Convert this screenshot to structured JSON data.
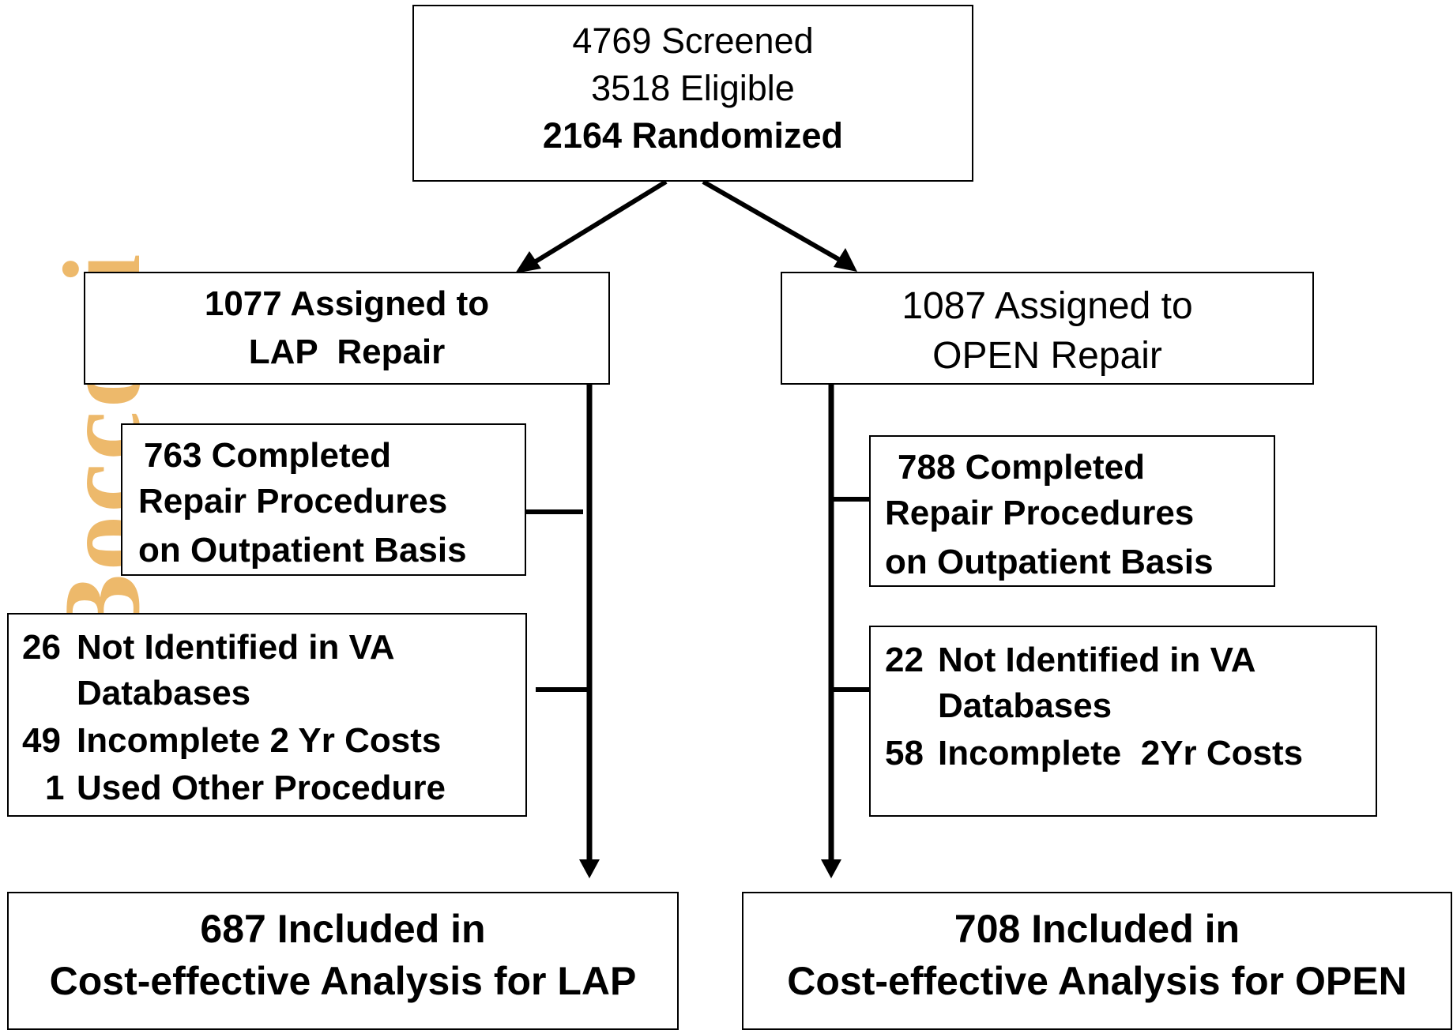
{
  "watermark": {
    "text": "Bocconi",
    "color": "#E8A23A"
  },
  "top": {
    "screened": "4769 Screened",
    "eligible": "3518 Eligible",
    "randomized": "2164 Randomized"
  },
  "lap": {
    "assigned": [
      "1077 Assigned to",
      "LAP  Repair"
    ],
    "completed": [
      "763 Completed",
      "Repair Procedures",
      "on Outpatient Basis"
    ],
    "excluded": [
      "26",
      "Not Identified in VA",
      "Databases",
      "49",
      "Incomplete 2 Yr Costs",
      "1",
      "Used Other Procedure"
    ],
    "included": [
      "687 Included in",
      "Cost-effective Analysis for LAP"
    ]
  },
  "open": {
    "assigned": [
      "1087 Assigned to",
      "OPEN Repair"
    ],
    "completed": [
      "788 Completed",
      "Repair Procedures",
      "on Outpatient Basis"
    ],
    "excluded": [
      "22",
      "Not Identified in VA",
      "Databases",
      "58",
      "Incomplete  2Yr Costs"
    ],
    "included": [
      "708 Included in",
      "Cost-effective Analysis for OPEN"
    ]
  }
}
